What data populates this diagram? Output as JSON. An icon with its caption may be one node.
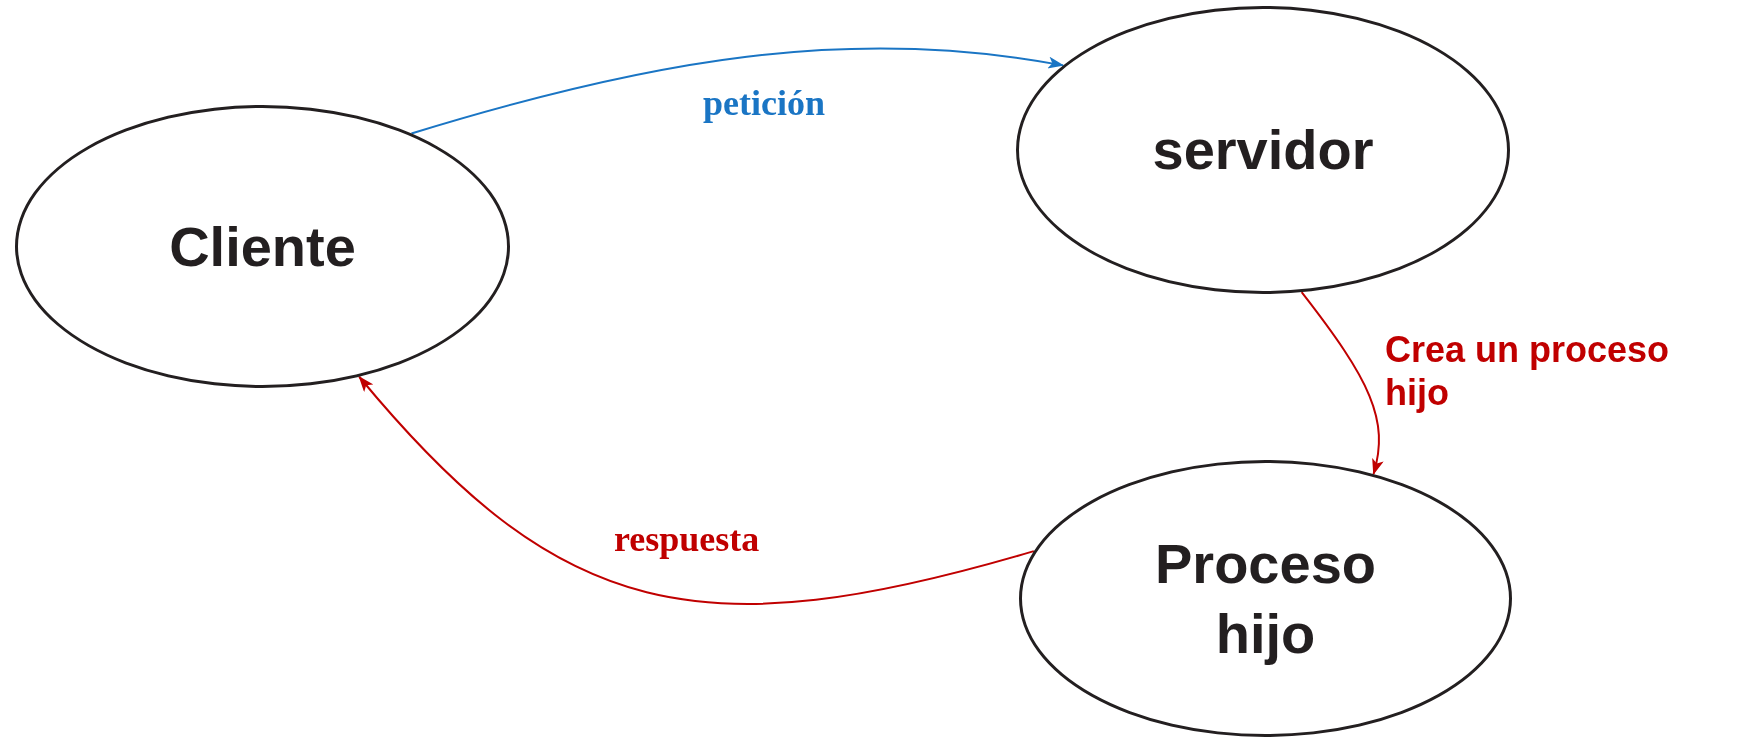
{
  "diagram": {
    "nodes": [
      {
        "text": [
          "Cliente"
        ]
      },
      {
        "text": [
          "servidor"
        ]
      },
      {
        "text": [
          "Proceso hijo"
        ]
      }
    ],
    "edges": [
      {
        "from": 0,
        "to": 1,
        "arrow": "to",
        "label": "petición",
        "color": "#1a75c4"
      },
      {
        "from": 1,
        "to": 2,
        "arrow": "to",
        "label": "Crea un proceso hijo"
      },
      {
        "from": 2,
        "to": 0,
        "arrow": "to",
        "label": "respuesta"
      }
    ]
  }
}
